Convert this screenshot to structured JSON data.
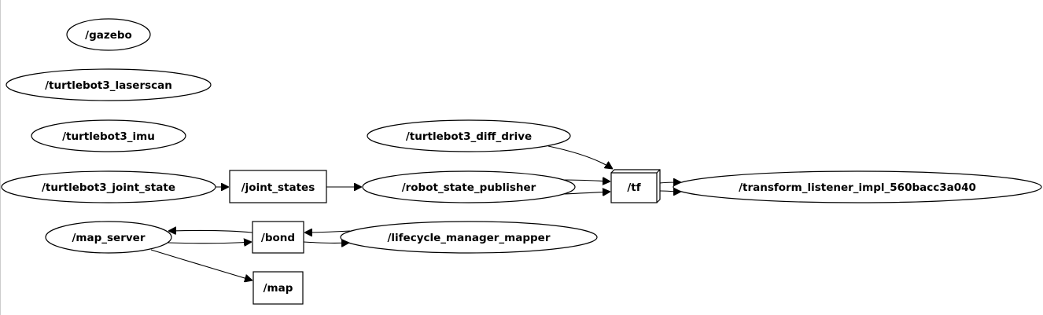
{
  "nodes": {
    "gazebo": "/gazebo",
    "laserscan": "/turtlebot3_laserscan",
    "imu": "/turtlebot3_imu",
    "diff_drive": "/turtlebot3_diff_drive",
    "joint_state": "/turtlebot3_joint_state",
    "joint_states": "/joint_states",
    "robot_state_publisher": "/robot_state_publisher",
    "tf": "/tf",
    "transform_listener": "/transform_listener_impl_560bacc3a040",
    "map_server": "/map_server",
    "bond": "/bond",
    "lifecycle_manager_mapper": "/lifecycle_manager_mapper",
    "map": "/map"
  }
}
